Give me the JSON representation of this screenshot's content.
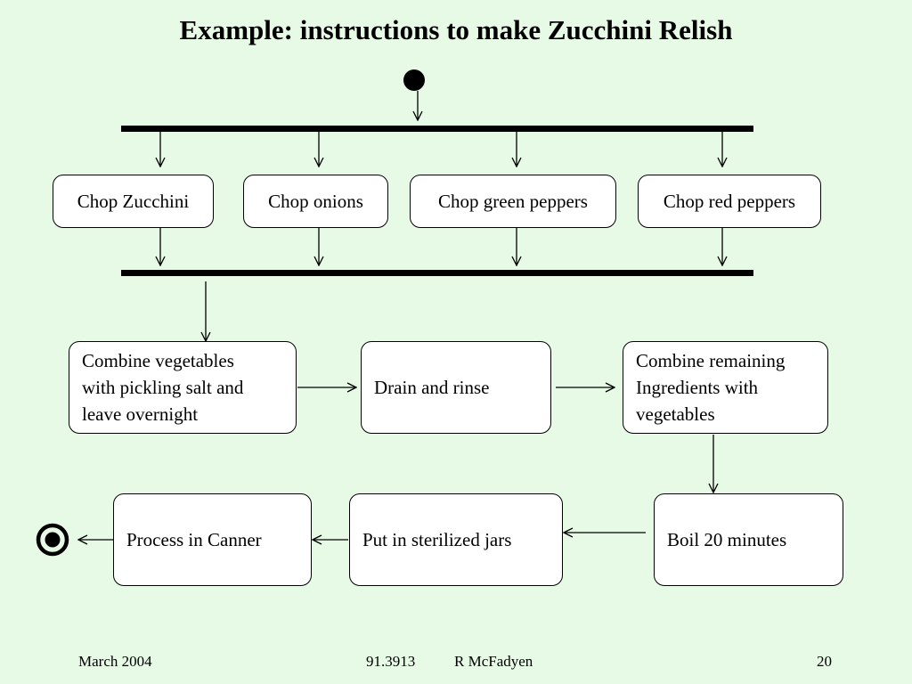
{
  "title": "Example: instructions to make Zucchini Relish",
  "activities": {
    "chop_zucchini": "Chop Zucchini",
    "chop_onions": "Chop onions",
    "chop_green_peppers": "Chop green peppers",
    "chop_red_peppers": "Chop red peppers",
    "combine_vegetables": "Combine vegetables\nwith pickling salt and\nleave overnight",
    "drain_rinse": "Drain and rinse",
    "combine_remaining": "Combine remaining\nIngredients with\nvegetables",
    "boil": "Boil 20 minutes",
    "put_in_jars": "Put in sterilized jars",
    "process_canner": "Process in Canner"
  },
  "footer": {
    "date": "March 2004",
    "course": "91.3913",
    "author": "R McFadyen",
    "page": "20"
  }
}
